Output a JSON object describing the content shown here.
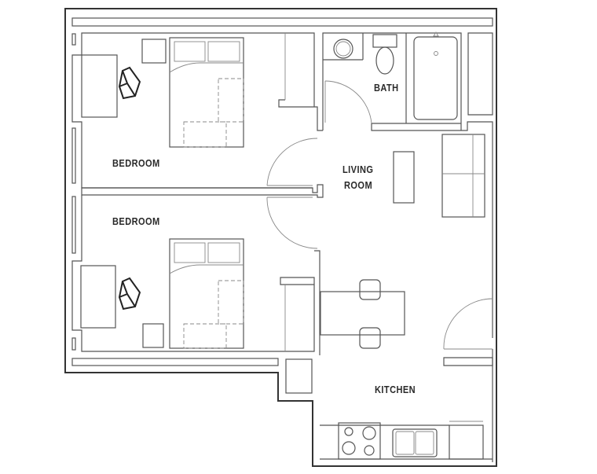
{
  "rooms": {
    "bedroom_1": "BEDROOM",
    "bedroom_2": "BEDROOM",
    "living_line1": "LIVING",
    "living_line2": "ROOM",
    "bath": "BATH",
    "kitchen": "KITCHEN"
  }
}
